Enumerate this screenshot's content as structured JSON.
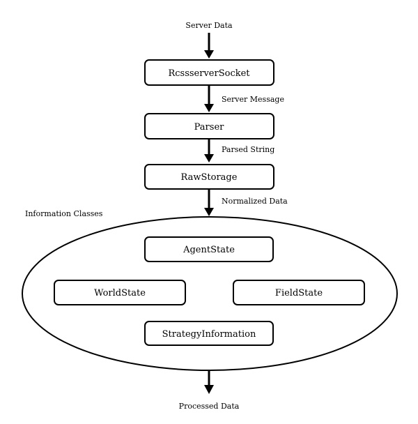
{
  "diagram": {
    "input_label": "Server Data",
    "output_label": "Processed Data",
    "group_label": "Information Classes",
    "nodes": {
      "socket": "RcssserverSocket",
      "parser": "Parser",
      "raw_storage": "RawStorage",
      "agent_state": "AgentState",
      "world_state": "WorldState",
      "field_state": "FieldState",
      "strategy_information": "StrategyInformation"
    },
    "edges": {
      "socket_to_parser": "Server Message",
      "parser_to_storage": "Parsed String",
      "storage_to_classes": "Normalized Data"
    }
  }
}
